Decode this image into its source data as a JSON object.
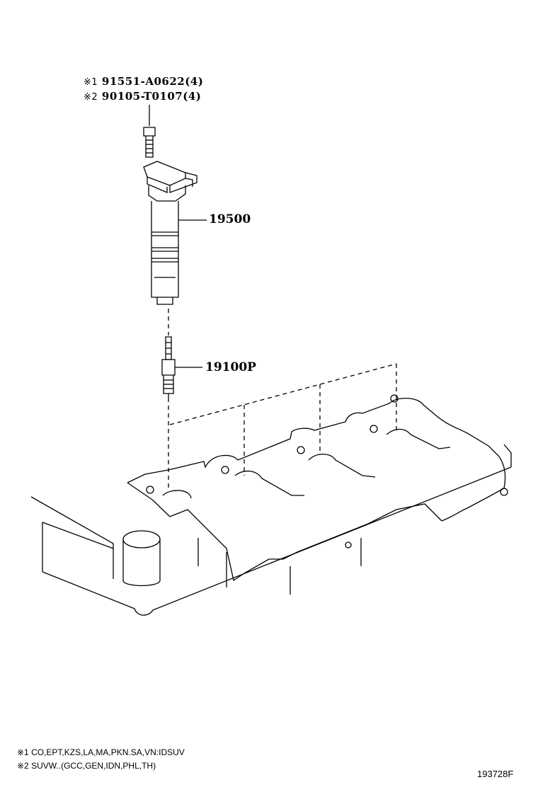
{
  "refs": [
    {
      "mark": "※1",
      "part_no": "91551-A0622(4)"
    },
    {
      "mark": "※2",
      "part_no": "90105-T0107(4)"
    }
  ],
  "callouts": {
    "coil": "19500",
    "plug": "19100P"
  },
  "notes": [
    "※1 CO,EPT,KZS,LA,MA,PKN.SA,VN:IDSUV",
    "※2 SUVW..(GCC,GEN,IDN,PHL,TH)"
  ],
  "figure_id": "193728F"
}
